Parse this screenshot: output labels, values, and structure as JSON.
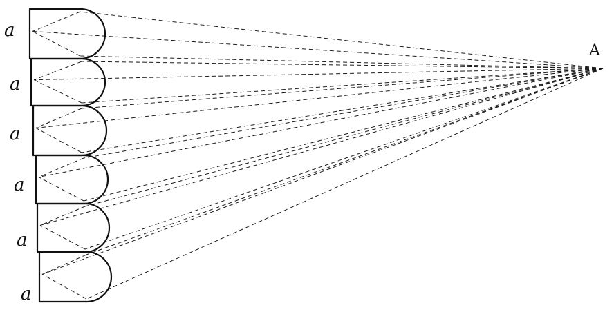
{
  "diagram": {
    "source_label": "A",
    "cell_label": "a",
    "cell_count": 6
  }
}
